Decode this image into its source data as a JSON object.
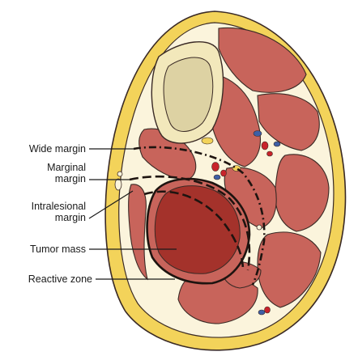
{
  "labels": {
    "wide_margin": "Wide margin",
    "marginal_line1": "Marginal",
    "marginal_line2": "margin",
    "intralesional_line1": "Intralesional",
    "intralesional_line2": "margin",
    "tumor_mass": "Tumor mass",
    "reactive_zone": "Reactive zone"
  },
  "colors": {
    "skin": "#f3d35a",
    "fat": "#fbf4dc",
    "muscle": "#c8645b",
    "bone_cortex": "#f2e8bb",
    "bone_marrow": "#ddd2a3",
    "tumor": "#a4322b",
    "outline": "#3a2a25",
    "artery": "#c8232b",
    "vein": "#3e5fa6"
  }
}
